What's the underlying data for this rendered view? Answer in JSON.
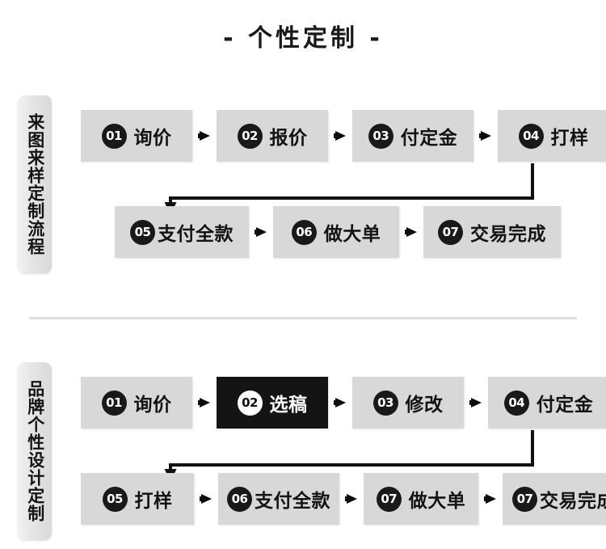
{
  "title": "- 个性定制 -",
  "divider": {
    "name": "section-divider"
  },
  "sections": [
    {
      "label": "来图来样定制流程",
      "rows": [
        {
          "steps": [
            {
              "num": "01",
              "text": "询价",
              "highlight": false,
              "width": 138
            },
            {
              "num": "02",
              "text": "报价",
              "highlight": false,
              "width": 138
            },
            {
              "num": "03",
              "text": "付定金",
              "highlight": false,
              "width": 150
            },
            {
              "num": "04",
              "text": "打样",
              "highlight": false,
              "width": 138
            }
          ]
        },
        {
          "steps": [
            {
              "num": "05",
              "text": "支付全款",
              "highlight": false,
              "width": 166,
              "tight": true
            },
            {
              "num": "06",
              "text": "做大单",
              "highlight": false,
              "width": 156
            },
            {
              "num": "07",
              "text": "交易完成",
              "highlight": false,
              "width": 170
            }
          ]
        }
      ]
    },
    {
      "label": "品牌个性设计定制",
      "rows": [
        {
          "steps": [
            {
              "num": "01",
              "text": "询价",
              "highlight": false,
              "width": 138
            },
            {
              "num": "02",
              "text": "选稿",
              "highlight": true,
              "width": 138
            },
            {
              "num": "03",
              "text": "修改",
              "highlight": false,
              "width": 138
            },
            {
              "num": "04",
              "text": "付定金",
              "highlight": false,
              "width": 150
            }
          ]
        },
        {
          "steps": [
            {
              "num": "05",
              "text": "打样",
              "highlight": false,
              "width": 140
            },
            {
              "num": "06",
              "text": "支付全款",
              "highlight": false,
              "width": 150,
              "tight": true
            },
            {
              "num": "07",
              "text": "做大单",
              "highlight": false,
              "width": 142
            },
            {
              "num": "07",
              "text": "交易完成",
              "highlight": false,
              "width": 152,
              "tight": true
            }
          ]
        }
      ]
    }
  ],
  "icons": {
    "arrow_separator": "►",
    "elbow_connector": "elbow-arrow"
  },
  "colors": {
    "box_background": "#d8d8d8",
    "highlight_background": "#141414",
    "badge_background": "#191919",
    "text": "#131313",
    "divider": "#dcdcdc",
    "page_background": "#ffffff"
  }
}
